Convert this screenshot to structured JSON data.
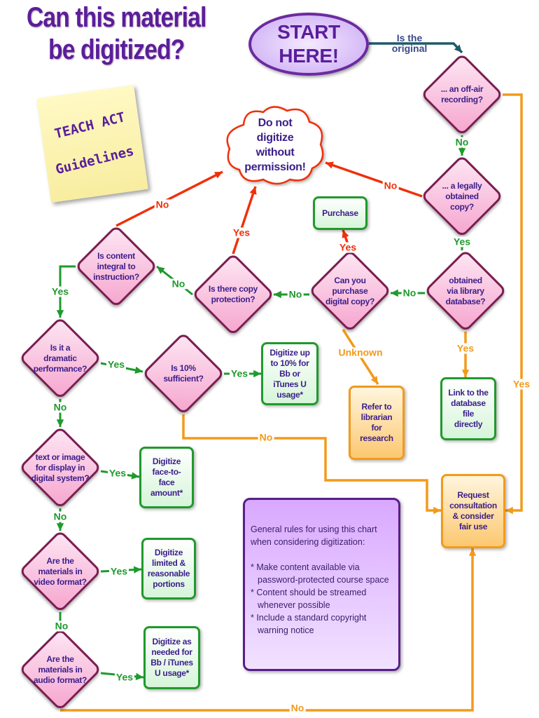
{
  "title": "Can this material\nbe digitized?",
  "sticky_note": {
    "line1": "TEACH ACT",
    "line2": "Guidelines"
  },
  "colors": {
    "title": "#5a1e9c",
    "diamond_border": "#7a1d50",
    "yes_no_green": "#1f9a2c",
    "red_arrow": "#f0300a",
    "orange_arrow": "#f39a1a"
  },
  "nodes": {
    "start": "START\nHERE!",
    "cloud": "Do not\ndigitize\nwithout\npermission!",
    "off_air": "... an off-air\nrecording?",
    "legal": "... a legally\nobtained\ncopy?",
    "library": "obtained\nvia library\ndatabase?",
    "purchase_q": "Can you\npurchase\ndigital copy?",
    "purchase": "Purchase",
    "copy_prot": "Is there copy\nprotection?",
    "integral": "Is content\nintegral to\ninstruction?",
    "dramatic": "Is it a\ndramatic\nperformance?",
    "ten_pct": "Is 10%\nsufficient?",
    "digitize_10": "Digitize up\nto 10% for\nBb or\niTunes U\nusage*",
    "librarian": "Refer to\nlibrarian\nfor\nresearch",
    "link": "Link to the\ndatabase\nfile\ndirectly",
    "request": "Request\nconsultation\n& consider\nfair use",
    "text_image": "text or image\nfor display in\ndigital system?",
    "face": "Digitize\nface-to-\nface\namount*",
    "video": "Are the\nmaterials in\nvideo format?",
    "limited": "Digitize\nlimited &\nreasonable\nportions",
    "audio": "Are the\nmaterials in\naudio format?",
    "as_needed": "Digitize as\nneeded for\nBb / iTunes\nU usage*"
  },
  "edges": [
    {
      "from": "start",
      "to": "off_air",
      "label": "Is the\noriginal",
      "color": "dark"
    },
    {
      "from": "off_air",
      "to": "legal",
      "label": "No",
      "color": "green"
    },
    {
      "from": "off_air",
      "to": "request",
      "label": "Yes",
      "color": "orange"
    },
    {
      "from": "legal",
      "to": "cloud",
      "label": "No",
      "color": "red"
    },
    {
      "from": "legal",
      "to": "library",
      "label": "Yes",
      "color": "green"
    },
    {
      "from": "library",
      "to": "purchase_q",
      "label": "No",
      "color": "green"
    },
    {
      "from": "library",
      "to": "link",
      "label": "Yes",
      "color": "orange"
    },
    {
      "from": "purchase_q",
      "to": "purchase",
      "label": "Yes",
      "color": "red"
    },
    {
      "from": "purchase_q",
      "to": "librarian",
      "label": "Unknown",
      "color": "orange"
    },
    {
      "from": "purchase_q",
      "to": "copy_prot",
      "label": "No",
      "color": "green"
    },
    {
      "from": "copy_prot",
      "to": "cloud",
      "label": "Yes",
      "color": "red"
    },
    {
      "from": "copy_prot",
      "to": "integral",
      "label": "No",
      "color": "green"
    },
    {
      "from": "integral",
      "to": "cloud",
      "label": "No",
      "color": "red"
    },
    {
      "from": "integral",
      "to": "dramatic",
      "label": "Yes",
      "color": "green"
    },
    {
      "from": "dramatic",
      "to": "ten_pct",
      "label": "Yes",
      "color": "green"
    },
    {
      "from": "ten_pct",
      "to": "digitize_10",
      "label": "Yes",
      "color": "green"
    },
    {
      "from": "ten_pct",
      "to": "request",
      "label": "No",
      "color": "orange"
    },
    {
      "from": "dramatic",
      "to": "text_image",
      "label": "No",
      "color": "green"
    },
    {
      "from": "text_image",
      "to": "face",
      "label": "Yes",
      "color": "green"
    },
    {
      "from": "text_image",
      "to": "video",
      "label": "No",
      "color": "green"
    },
    {
      "from": "video",
      "to": "limited",
      "label": "Yes",
      "color": "green"
    },
    {
      "from": "video",
      "to": "audio",
      "label": "No",
      "color": "green"
    },
    {
      "from": "audio",
      "to": "as_needed",
      "label": "Yes",
      "color": "green"
    },
    {
      "from": "audio",
      "to": "request",
      "label": "No",
      "color": "orange"
    }
  ],
  "rules": {
    "heading": "General rules for using this chart when considering digitization:",
    "items": [
      "* Make content available via password-protected course space",
      "* Content should be streamed whenever possible",
      "* Include a standard copyright warning notice"
    ]
  }
}
